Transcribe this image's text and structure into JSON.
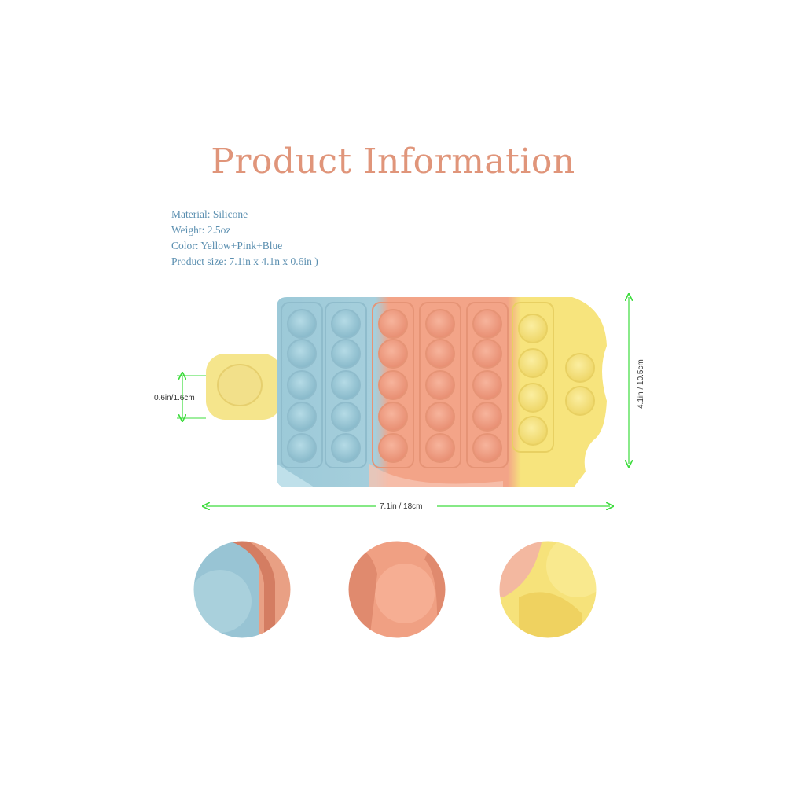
{
  "title": "Product Information",
  "specs": {
    "material": "Material: Silicone",
    "weight": "Weight: 2.5oz",
    "color": "Color: Yellow+Pink+Blue",
    "size": "Product size: 7.1in x 4.1n x 0.6in )"
  },
  "dimensions": {
    "thickness": "0.6in/1.6cm",
    "height": "4.1in / 10.5cm",
    "width": "7.1in / 18cm"
  },
  "colors": {
    "title": "#e0957a",
    "specs_text": "#5b8fb0",
    "arrow": "#3ddc3d",
    "blue": "#9cc9d8",
    "pink": "#f3a488",
    "yellow": "#f7e47d"
  },
  "details": [
    "blue-detail",
    "pink-detail",
    "yellow-detail"
  ]
}
